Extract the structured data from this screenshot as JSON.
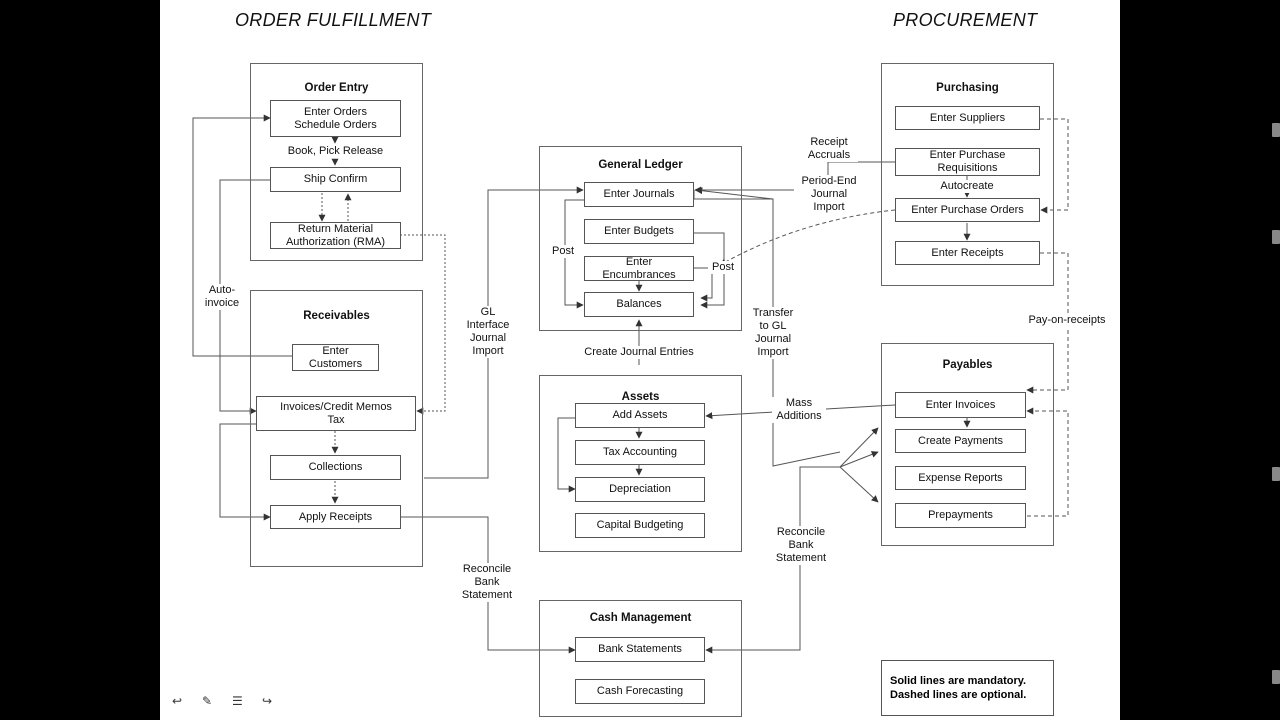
{
  "headings": {
    "left": "ORDER FULFILLMENT",
    "right": "PROCUREMENT"
  },
  "groups": {
    "order_entry": "Order Entry",
    "receivables": "Receivables",
    "general_ledger": "General Ledger",
    "assets": "Assets",
    "cash_management": "Cash Management",
    "purchasing": "Purchasing",
    "payables": "Payables"
  },
  "nodes": {
    "enter_orders": "Enter Orders\nSchedule Orders",
    "ship_confirm": "Ship Confirm",
    "rma": "Return Material\nAuthorization (RMA)",
    "enter_customers": "Enter\nCustomers",
    "invoices_credit": "Invoices/Credit Memos\nTax",
    "collections": "Collections",
    "apply_receipts": "Apply Receipts",
    "enter_journals": "Enter Journals",
    "enter_budgets": "Enter Budgets",
    "enter_encumbrances": "Enter\nEncumbrances",
    "balances": "Balances",
    "add_assets": "Add Assets",
    "tax_accounting": "Tax Accounting",
    "depreciation": "Depreciation",
    "capital_budgeting": "Capital Budgeting",
    "bank_statements": "Bank Statements",
    "cash_forecasting": "Cash Forecasting",
    "enter_suppliers": "Enter Suppliers",
    "enter_purchase_requisitions": "Enter Purchase\nRequisitions",
    "enter_purchase_orders": "Enter Purchase Orders",
    "enter_receipts": "Enter Receipts",
    "enter_invoices": "Enter Invoices",
    "create_payments": "Create Payments",
    "expense_reports": "Expense Reports",
    "prepayments": "Prepayments"
  },
  "labels": {
    "book_pick_release": "Book, Pick Release",
    "auto_invoice": "Auto-\ninvoice",
    "gl_interface": "GL\nInterface\nJournal\nImport",
    "post_left": "Post",
    "post_right": "Post",
    "create_journal_entries": "Create Journal Entries",
    "receipt_accruals": "Receipt\nAccruals",
    "period_end": "Period-End\nJournal\nImport",
    "autocreate": "Autocreate",
    "transfer_gl": "Transfer\nto GL\nJournal\nImport",
    "pay_on_receipts": "Pay-on-receipts",
    "mass_additions": "Mass\nAdditions",
    "reconcile_left": "Reconcile\nBank\nStatement",
    "reconcile_right": "Reconcile\nBank\nStatement"
  },
  "legend": {
    "line1": "Solid lines are mandatory.",
    "line2": "Dashed lines are optional."
  },
  "colors": {
    "slide_bg": "#ffffff",
    "outer_bg": "#000000",
    "line": "#555555"
  }
}
